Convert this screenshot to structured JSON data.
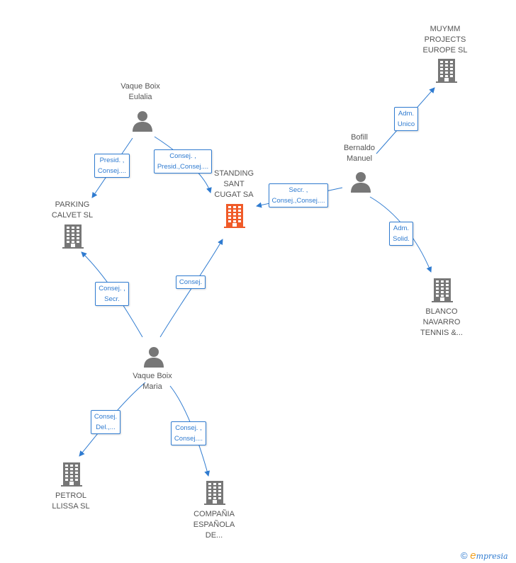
{
  "nodes": {
    "standing": {
      "label": "STANDING\nSANT\nCUGAT SA",
      "type": "company",
      "highlight": true
    },
    "muymm": {
      "label": "MUYMM\nPROJECTS\nEUROPE SL",
      "type": "company"
    },
    "eulalia": {
      "label": "Vaque Boix\nEulalia",
      "type": "person"
    },
    "bofill": {
      "label": "Bofill\nBernaldo\nManuel",
      "type": "person"
    },
    "parking": {
      "label": "PARKING\nCALVET SL",
      "type": "company"
    },
    "blanco": {
      "label": "BLANCO\nNAVARRO\nTENNIS &...",
      "type": "company"
    },
    "maria": {
      "label": "Vaque Boix\nMaria",
      "type": "person"
    },
    "petrol": {
      "label": "PETROL\nLLISSA SL",
      "type": "company"
    },
    "compania": {
      "label": "COMPAÑIA\nESPAÑOLA\nDE...",
      "type": "company"
    }
  },
  "edges": [
    {
      "id": "eulalia-parking",
      "label": "Presid. ,\nConsej...."
    },
    {
      "id": "eulalia-standing",
      "label": "Consej. ,\nPresid.,Consej...."
    },
    {
      "id": "bofill-standing",
      "label": "Secr. ,\nConsej.,Consej...."
    },
    {
      "id": "bofill-muymm",
      "label": "Adm.\nUnico"
    },
    {
      "id": "bofill-blanco",
      "label": "Adm.\nSolid."
    },
    {
      "id": "maria-parking",
      "label": "Consej. ,\nSecr."
    },
    {
      "id": "maria-standing",
      "label": "Consej."
    },
    {
      "id": "maria-petrol",
      "label": "Consej.\nDel.,..."
    },
    {
      "id": "maria-compania",
      "label": "Consej. ,\nConsej...."
    }
  ],
  "footer": {
    "copyright": "©",
    "brand_initial": "e",
    "brand_rest": "mpresia"
  },
  "colors": {
    "edge": "#2f7bd0",
    "icon": "#777777",
    "highlight": "#f05a28",
    "label_text": "#555555"
  }
}
